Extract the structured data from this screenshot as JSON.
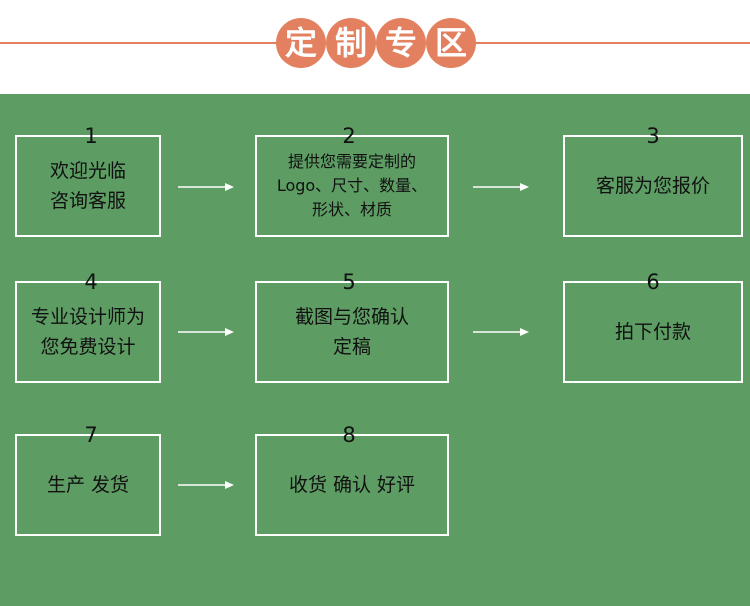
{
  "header": {
    "title_chars": [
      "定",
      "制",
      "专",
      "区"
    ],
    "accent_color": "#e3805f"
  },
  "panel": {
    "background_color": "#5d9d63"
  },
  "steps": [
    {
      "number": "1",
      "text": "欢迎光临\n咨询客服"
    },
    {
      "number": "2",
      "text": "提供您需要定制的\nLogo、尺寸、数量、\n形状、材质"
    },
    {
      "number": "3",
      "text": "客服为您报价"
    },
    {
      "number": "4",
      "text": "专业设计师为\n您免费设计"
    },
    {
      "number": "5",
      "text": "截图与您确认\n定稿"
    },
    {
      "number": "6",
      "text": "拍下付款"
    },
    {
      "number": "7",
      "text": "生产  发货"
    },
    {
      "number": "8",
      "text": "收货 确认 好评"
    }
  ],
  "arrow_icon": "right-arrow-icon"
}
